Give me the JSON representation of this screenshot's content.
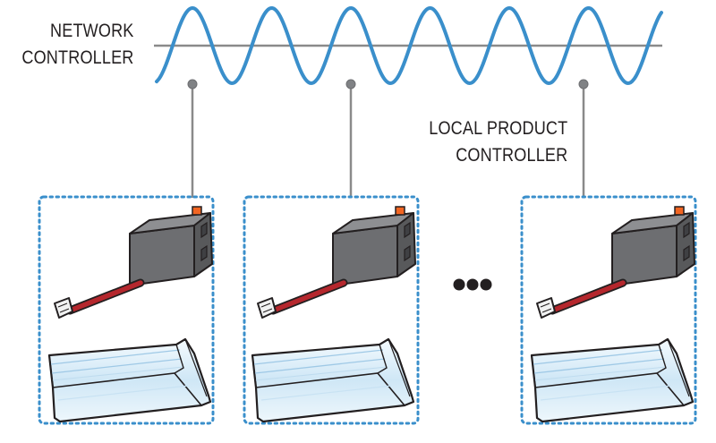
{
  "labels": {
    "network_controller": [
      "NETWORK",
      "CONTROLLER"
    ],
    "local_product_controller": [
      "LOCAL PRODUCT",
      "CONTROLLER"
    ]
  },
  "nodes": [
    {
      "id": "node-1",
      "components": [
        "controller-module",
        "power-cable",
        "connector-plug",
        "light-fixture"
      ]
    },
    {
      "id": "node-2",
      "components": [
        "controller-module",
        "power-cable",
        "connector-plug",
        "light-fixture"
      ]
    },
    {
      "id": "node-3",
      "components": [
        "controller-module",
        "power-cable",
        "connector-plug",
        "light-fixture"
      ]
    }
  ],
  "colors": {
    "signal_wave": "#3a8fcb",
    "bus_line": "#8a8a8a",
    "dotted_border": "#3a8fcb",
    "controller_body": "#6d6e71",
    "indicator": "#f26522",
    "cable": "#b5272d",
    "fixture_glow": "#d6ecf8"
  },
  "icons": {
    "ellipsis": "ellipsis-icon",
    "controller": "controller-module-icon",
    "fixture": "light-fixture-icon",
    "plug": "connector-plug-icon"
  }
}
